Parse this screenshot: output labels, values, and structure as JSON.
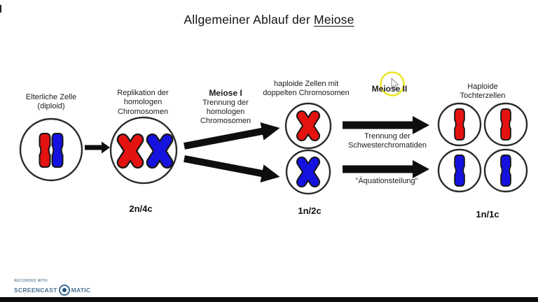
{
  "title": {
    "prefix": "Allgemeiner Ablauf der ",
    "underlined": "Meiose"
  },
  "labels": {
    "parent_cell": {
      "line1": "Elterliche Zelle",
      "line2": "(diploid)"
    },
    "replication": {
      "line1": "Replikation der",
      "line2": "homologen",
      "line3": "Chromosomen"
    },
    "meiosis1": {
      "heading": "Meiose I",
      "line1": "Trennung der",
      "line2": "homologen",
      "line3": "Chromosomen"
    },
    "haploid_double": {
      "line1": "haploide Zellen mit",
      "line2": "doppelten Chromosomen"
    },
    "meiosis2": {
      "heading": "Meiose II",
      "line1": "Trennung der",
      "line2": "Schwesterchromatiden",
      "equation": "\"Äquationsteilung\""
    },
    "daughter_cells": {
      "line1": "Haploide",
      "line2": "Tochterzellen"
    },
    "ploidy_parent": "2n/4c",
    "ploidy_mid": "1n/2c",
    "ploidy_final": "1n/1c"
  },
  "watermark": {
    "recorded_with": "RECORDED WITH",
    "brand_left": "SCREENCAST",
    "brand_right": "MATIC"
  },
  "colors": {
    "chromosome_red": "#e41210",
    "chromosome_blue": "#1512e0",
    "outline_black": "#161616",
    "circle_stroke": "#2b2b2b",
    "highlight_yellow": "#ede32b",
    "watermark_blue": "#4a7090"
  }
}
